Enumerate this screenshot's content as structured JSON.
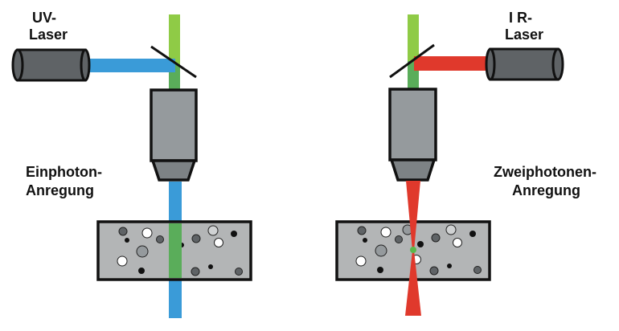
{
  "title": "Einphoton- vs. Zweiphotonen-Anregung",
  "left": {
    "laser_label_line1": "UV-",
    "laser_label_line2": "Laser",
    "mode_label_line1": "Einphoton-",
    "mode_label_line2": "Anregung"
  },
  "right": {
    "laser_label_line1": "I R-",
    "laser_label_line2": "Laser",
    "mode_label_line1": "Zweiphotonen-",
    "mode_label_line2": "Anregung"
  },
  "colors": {
    "uv_beam": "#3a9bd8",
    "ir_beam": "#e0392c",
    "fluorescence_top": "#8fcb46",
    "fluorescence_mixed": "#5aad5a",
    "sample_fill": "#b3b5b6",
    "objective_fill": "#959a9d",
    "objective_tip_fill": "#7d8285",
    "laser_fill": "#5f6366"
  }
}
